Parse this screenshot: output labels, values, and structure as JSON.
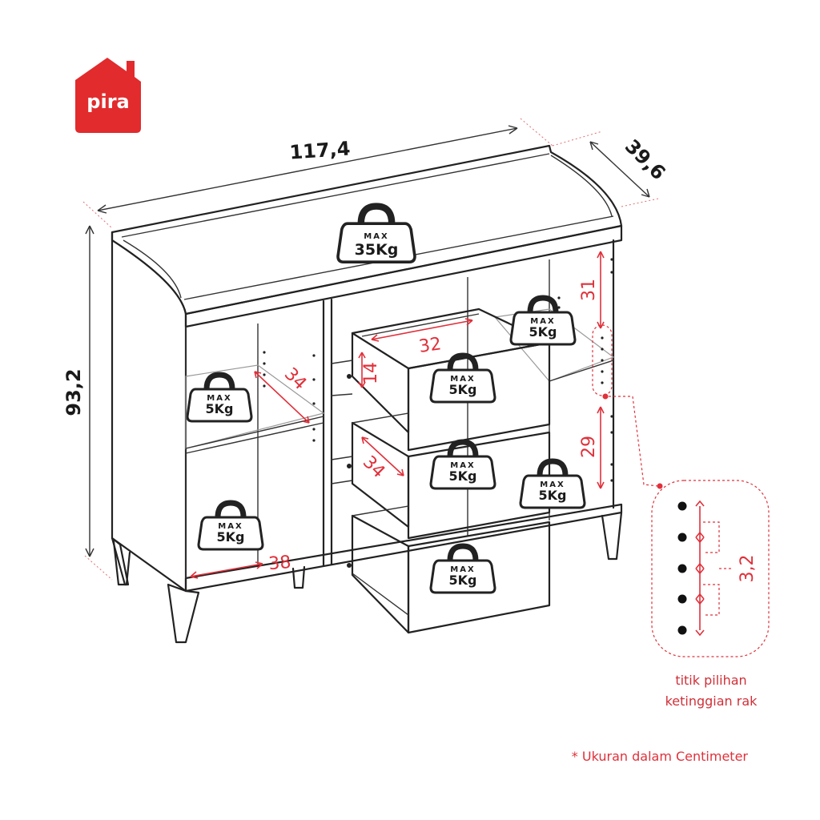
{
  "brand": {
    "name": "pira",
    "color": "#e12b2d"
  },
  "dimensions": {
    "width": "117,4",
    "depth": "39,6",
    "height": "93,2"
  },
  "inner_dims": {
    "top_drawer_width": "32",
    "top_drawer_height": "14",
    "drawer_depth": "34",
    "shelf_depth": "34",
    "bottom_width": "38",
    "upper_gap": "31",
    "lower_gap": "29",
    "hole_spacing": "3,2"
  },
  "weights": {
    "max_label": "MAX",
    "top": "35Kg",
    "shelf_left": "5Kg",
    "bottom_left": "5Kg",
    "drawer_1": "5Kg",
    "drawer_2": "5Kg",
    "drawer_3": "5Kg",
    "shelf_right": "5Kg",
    "bottom_right": "5Kg"
  },
  "callout": {
    "line1": "titik pilihan",
    "line2": "ketinggian rak"
  },
  "footnote": "* Ukuran dalam Centimeter",
  "colors": {
    "accent": "#e0303a",
    "line": "#222222"
  }
}
